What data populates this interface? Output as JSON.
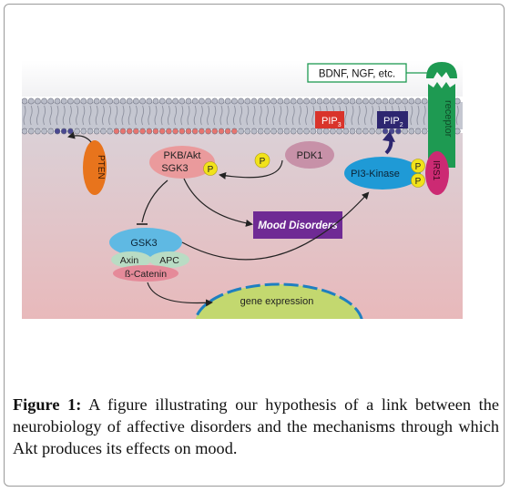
{
  "diagram": {
    "growth_factors": "BDNF, NGF, etc.",
    "receptor": "receptor",
    "pip3": "PIP",
    "pip3_sub": "3",
    "pip2": "PIP",
    "pip2_sub": "2",
    "pten": "PTEN",
    "pkb_akt": "PKB/Akt",
    "sgk3": "SGK3",
    "phospho": "P",
    "pdk1": "PDK1",
    "pi3k": "PI3-Kinase",
    "irs1": "IRS1",
    "mood_disorders": "Mood Disorders",
    "gsk3": "GSK3",
    "axin": "Axin",
    "apc": "APC",
    "beta_catenin": "ß-Catenin",
    "gene_expression": "gene expression"
  },
  "caption": {
    "lead": "Figure 1:",
    "text": "A figure illustrating our hypothesis of a link between the neurobiology of affective disorders and the mechanisms through which Akt produces its effects on mood."
  },
  "colors": {
    "membrane_head": "#b9bcc8",
    "cytoplasm_top": "#d9c7cf",
    "cytoplasm_bottom": "#e6b7b9",
    "pip3_red": "#d9342b",
    "pip2_navy": "#2d2670",
    "pten_orange": "#e8741c",
    "akt_pink": "#ea9a9c",
    "phospho_yellow": "#f1e21a",
    "pdk1_mauve": "#c791a8",
    "pi3k_blue": "#1f9ad6",
    "irs1_magenta": "#cc2a73",
    "receptor_green": "#1e9a52",
    "mood_purple": "#6f2a94",
    "gsk3_blue": "#5fb9e3",
    "axin_apc_green": "#b9dcc4",
    "catenin_pink": "#e58a99",
    "nucleus_green": "#c3d86f",
    "nucleus_border": "#1f7fc0"
  }
}
